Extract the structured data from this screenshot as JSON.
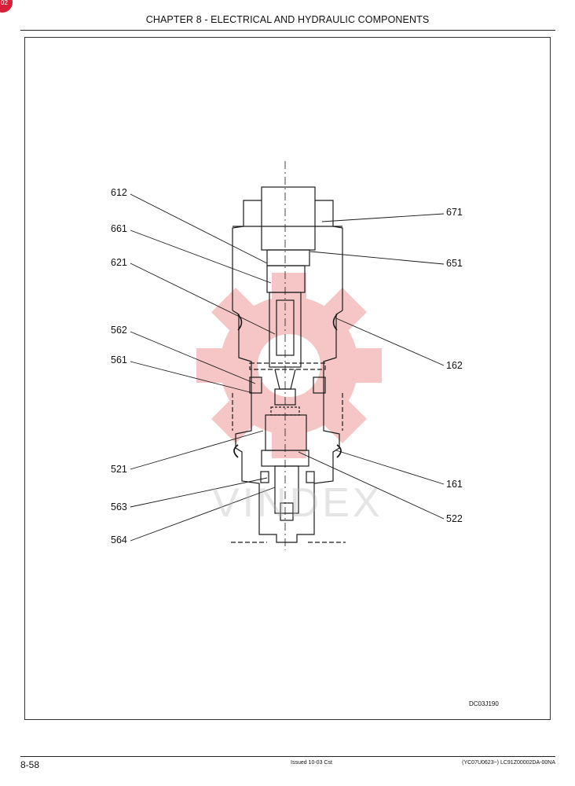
{
  "header": {
    "title": "CHAPTER 8 - ELECTRICAL AND HYDRAULIC COMPONENTS"
  },
  "badge": {
    "text": "02",
    "color": "#d8203a"
  },
  "figure": {
    "labels_left": [
      "612",
      "661",
      "621",
      "562",
      "561",
      "521",
      "563",
      "564"
    ],
    "labels_right": [
      "671",
      "651",
      "162",
      "161",
      "522"
    ],
    "drawing_code": "DC03J190"
  },
  "watermark": {
    "text": "VINDEX",
    "color": "#f3b4b4"
  },
  "footer": {
    "page": "8-58",
    "issued": "Issued 10-03    Cst",
    "code": "(YC07U0623~)   LC91Z00002DA-00NA"
  }
}
